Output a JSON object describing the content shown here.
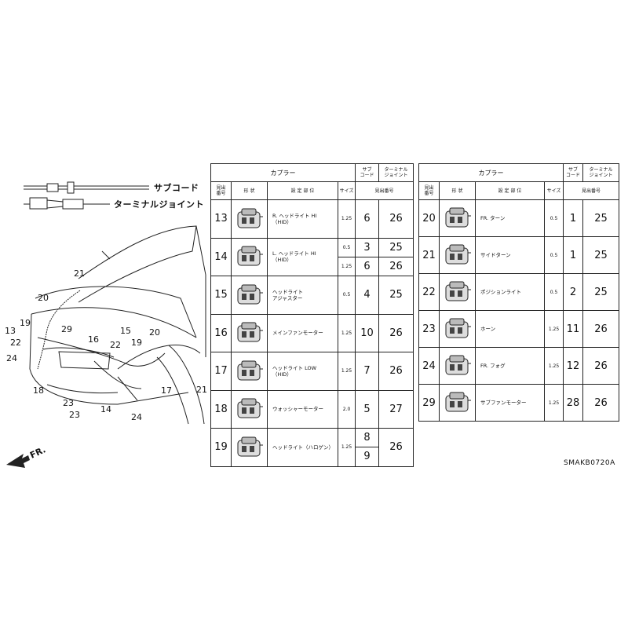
{
  "legend": {
    "sub_cord": "サブコード",
    "terminal_joint": "ターミナルジョイント"
  },
  "direction_label": "FR.",
  "drawing_code": "SMAKB0720A",
  "headers": {
    "coupler": "カプラー",
    "sub_cord": "サブ\nコード",
    "terminal_joint": "ターミナル\nジョイント",
    "index_no": "見出\n番号",
    "shape": "形 状",
    "location": "設 定 部 位",
    "size": "サイズ",
    "see_no": "見出番号"
  },
  "callouts": [
    {
      "label": "21"
    },
    {
      "label": "20"
    },
    {
      "label": "19"
    },
    {
      "label": "13"
    },
    {
      "label": "22"
    },
    {
      "label": "24"
    },
    {
      "label": "29"
    },
    {
      "label": "16"
    },
    {
      "label": "15"
    },
    {
      "label": "22"
    },
    {
      "label": "19"
    },
    {
      "label": "20"
    },
    {
      "label": "18"
    },
    {
      "label": "23"
    },
    {
      "label": "23"
    },
    {
      "label": "14"
    },
    {
      "label": "17"
    },
    {
      "label": "24"
    },
    {
      "label": "21"
    }
  ],
  "left_table": [
    {
      "no": "13",
      "loc1": "R. ヘッドライト HI",
      "loc2": "（HID）",
      "sizes": [
        "1.25"
      ],
      "subs": [
        "6"
      ],
      "terms": [
        "26"
      ],
      "icon": "connector-icon"
    },
    {
      "no": "14",
      "loc1": "L. ヘッドライト HI",
      "loc2": "（HID）",
      "sizes": [
        "0.5",
        "1.25"
      ],
      "subs": [
        "3",
        "6"
      ],
      "terms": [
        "25",
        "26"
      ],
      "icon": "connector-icon"
    },
    {
      "no": "15",
      "loc1": "ヘッドライト",
      "loc2": "アジャスター",
      "sizes": [
        "0.5"
      ],
      "subs": [
        "4"
      ],
      "terms": [
        "25"
      ],
      "icon": "connector-icon"
    },
    {
      "no": "16",
      "loc1": "メインファンモーター",
      "loc2": "",
      "sizes": [
        "1.25"
      ],
      "subs": [
        "10"
      ],
      "terms": [
        "26"
      ],
      "icon": "connector-icon"
    },
    {
      "no": "17",
      "loc1": "ヘッドライト LOW",
      "loc2": "（HID）",
      "sizes": [
        "1.25"
      ],
      "subs": [
        "7"
      ],
      "terms": [
        "26"
      ],
      "icon": "connector-icon"
    },
    {
      "no": "18",
      "loc1": "ウォッシャーモーター",
      "loc2": "",
      "sizes": [
        "2.0"
      ],
      "subs": [
        "5"
      ],
      "terms": [
        "27"
      ],
      "icon": "connector-icon"
    },
    {
      "no": "19",
      "loc1": "ヘッドライト（ハロゲン）",
      "loc2": "",
      "sizes": [
        "1.25"
      ],
      "subs": [
        "8",
        "9"
      ],
      "terms": [
        "26"
      ],
      "icon": "connector-icon"
    }
  ],
  "right_table": [
    {
      "no": "20",
      "loc1": "FR. ターン",
      "loc2": "",
      "sizes": [
        "0.5"
      ],
      "subs": [
        "1"
      ],
      "terms": [
        "25"
      ],
      "icon": "connector-icon"
    },
    {
      "no": "21",
      "loc1": "サイドターン",
      "loc2": "",
      "sizes": [
        "0.5"
      ],
      "subs": [
        "1"
      ],
      "terms": [
        "25"
      ],
      "icon": "connector-icon"
    },
    {
      "no": "22",
      "loc1": "ポジションライト",
      "loc2": "",
      "sizes": [
        "0.5"
      ],
      "subs": [
        "2"
      ],
      "terms": [
        "25"
      ],
      "icon": "connector-icon"
    },
    {
      "no": "23",
      "loc1": "ホーン",
      "loc2": "",
      "sizes": [
        "1.25"
      ],
      "subs": [
        "11"
      ],
      "terms": [
        "26"
      ],
      "icon": "connector-icon"
    },
    {
      "no": "24",
      "loc1": "FR. フォグ",
      "loc2": "",
      "sizes": [
        "1.25"
      ],
      "subs": [
        "12"
      ],
      "terms": [
        "26"
      ],
      "icon": "connector-icon"
    },
    {
      "no": "29",
      "loc1": "サブファンモーター",
      "loc2": "",
      "sizes": [
        "1.25"
      ],
      "subs": [
        "28"
      ],
      "terms": [
        "26"
      ],
      "icon": "connector-icon"
    }
  ]
}
